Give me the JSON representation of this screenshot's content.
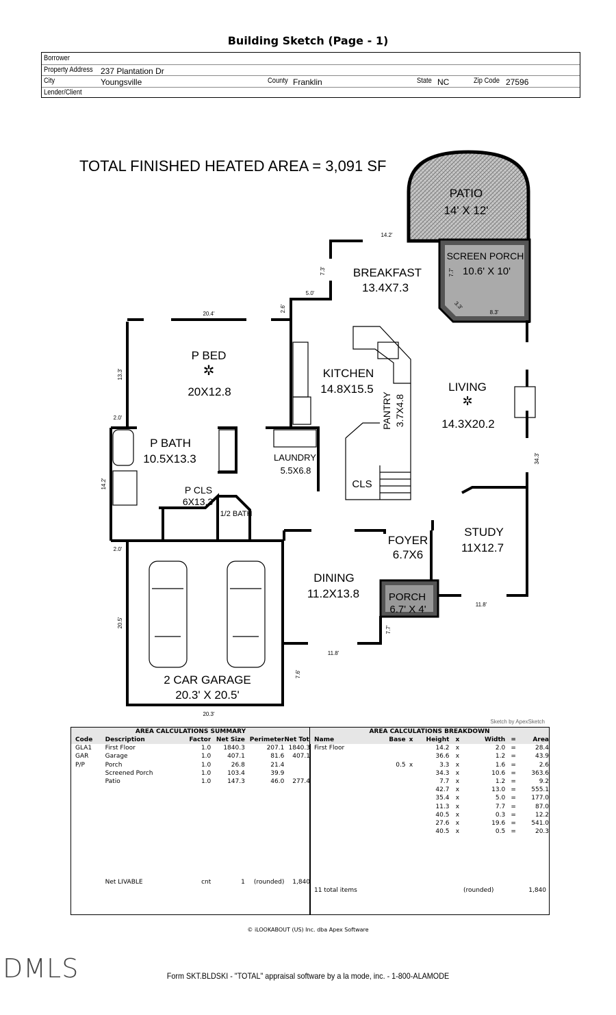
{
  "title": "Building Sketch (Page - 1)",
  "form": {
    "borrower_label": "Borrower",
    "borrower": "",
    "address_label": "Property Address",
    "address": "237 Plantation Dr",
    "city_label": "City",
    "city": "Youngsville",
    "county_label": "County",
    "county": "Franklin",
    "state_label": "State",
    "state": "NC",
    "zip_label": "Zip Code",
    "zip": "27596",
    "lender_label": "Lender/Client",
    "lender": ""
  },
  "sketch": {
    "headline": "TOTAL FINISHED HEATED AREA = 3,091 SF",
    "rooms": {
      "patio": "PATIO",
      "patio_dim": "14' X 12'",
      "screen_porch": "SCREEN PORCH",
      "screen_porch_dim": "10.6' X 10'",
      "breakfast": "BREAKFAST",
      "breakfast_dim": "13.4X7.3",
      "pbed": "P BED",
      "pbed_dim": "20X12.8",
      "kitchen": "KITCHEN",
      "kitchen_dim": "14.8X15.5",
      "living": "LIVING",
      "living_dim": "14.3X20.2",
      "pantry": "PANTRY",
      "pantry_dim": "3.7X4.8",
      "pbath": "P BATH",
      "pbath_dim": "10.5X13.3",
      "laundry": "LAUNDRY",
      "laundry_dim": "5.5X6.8",
      "pcls": "P CLS",
      "pcls_dim": "6X13.3",
      "cls": "CLS",
      "half_bath": "1/2 BATH",
      "study": "STUDY",
      "study_dim": "11X12.7",
      "foyer": "FOYER",
      "foyer_dim": "6.7X6",
      "dining": "DINING",
      "dining_dim": "11.2X13.8",
      "porch": "PORCH",
      "porch_dim": "6.7' X 4'",
      "garage": "2 CAR GARAGE",
      "garage_dim": "20.3' X 20.5'"
    },
    "dims": {
      "d1": "14.2'",
      "d2": "7.3'",
      "d3": "5.0'",
      "d4": "2.6'",
      "d5": "20.4'",
      "d6": "13.3'",
      "d7": "2.0'",
      "d8": "14.2'",
      "d9": "2.0'",
      "d10": "20.5'",
      "d11": "20.3'",
      "d12": "7.6'",
      "d13": "11.8'",
      "d14": "7.7'",
      "d15": "11.8'",
      "d16": "34.3'",
      "d17": "7.7'",
      "d18": "3.3'",
      "d19": "8.3'"
    },
    "credit": "Sketch by ApexSketch"
  },
  "summary": {
    "title": "AREA CALCULATIONS SUMMARY",
    "headers": [
      "Code",
      "Description",
      "Factor",
      "Net Size",
      "Perimeter",
      "Net Totals"
    ],
    "rows": [
      [
        "GLA1",
        "First Floor",
        "1.0",
        "1840.3",
        "207.1",
        "1840.3"
      ],
      [
        "GAR",
        "Garage",
        "1.0",
        "407.1",
        "81.6",
        "407.1"
      ],
      [
        "P/P",
        "Porch",
        "1.0",
        "26.8",
        "21.4",
        ""
      ],
      [
        "",
        "Screened Porch",
        "1.0",
        "103.4",
        "39.9",
        ""
      ],
      [
        "",
        "Patio",
        "1.0",
        "147.3",
        "46.0",
        "277.4"
      ]
    ],
    "footer": [
      "",
      "Net LIVABLE",
      "cnt",
      "1",
      "(rounded)",
      "1,840"
    ]
  },
  "breakdown": {
    "title": "AREA CALCULATIONS BREAKDOWN",
    "headers": [
      "Name",
      "Base",
      "x",
      "Height",
      "x",
      "Width",
      "=",
      "Area"
    ],
    "rows": [
      [
        "First Floor",
        "",
        "",
        "14.2",
        "x",
        "2.0",
        "=",
        "28.4"
      ],
      [
        "",
        "",
        "",
        "36.6",
        "x",
        "1.2",
        "=",
        "43.9"
      ],
      [
        "",
        "0.5",
        "x",
        "3.3",
        "x",
        "1.6",
        "=",
        "2.6"
      ],
      [
        "",
        "",
        "",
        "34.3",
        "x",
        "10.6",
        "=",
        "363.6"
      ],
      [
        "",
        "",
        "",
        "7.7",
        "x",
        "1.2",
        "=",
        "9.2"
      ],
      [
        "",
        "",
        "",
        "42.7",
        "x",
        "13.0",
        "=",
        "555.1"
      ],
      [
        "",
        "",
        "",
        "35.4",
        "x",
        "5.0",
        "=",
        "177.0"
      ],
      [
        "",
        "",
        "",
        "11.3",
        "x",
        "7.7",
        "=",
        "87.0"
      ],
      [
        "",
        "",
        "",
        "40.5",
        "x",
        "0.3",
        "=",
        "12.2"
      ],
      [
        "",
        "",
        "",
        "27.6",
        "x",
        "19.6",
        "=",
        "541.0"
      ],
      [
        "",
        "",
        "",
        "40.5",
        "x",
        "0.5",
        "=",
        "20.3"
      ]
    ],
    "footer_count": "11 total items",
    "footer_rounded": "(rounded)",
    "footer_total": "1,840"
  },
  "copyright": "© iLOOKABOUT (US) Inc. dba Apex Software",
  "watermark": "DMLS",
  "form_footer": "Form SKT.BLDSKI - \"TOTAL\" appraisal software by a la mode, inc. - 1-800-ALAMODE"
}
